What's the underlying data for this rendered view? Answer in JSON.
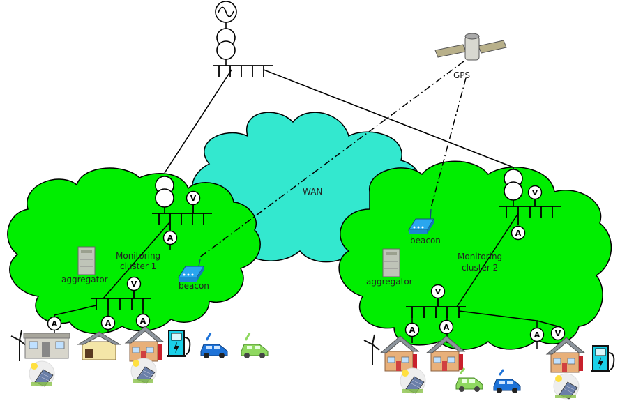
{
  "labels": {
    "gps": "GPS",
    "wan": "WAN",
    "cluster1_line1": "Monitoring",
    "cluster1_line2": "cluster 1",
    "cluster2_line1": "Monitoring",
    "cluster2_line2": "cluster 2",
    "aggregator1": "aggregator",
    "aggregator2": "aggregator",
    "beacon1": "beacon",
    "beacon2": "beacon"
  },
  "meters": {
    "ammeter": "A",
    "voltmeter": "V"
  },
  "colors": {
    "cluster_fill": "#00ee00",
    "wan_fill": "#33e8cf",
    "house_wall": "#e8b07a",
    "roof": "#9aa0a6",
    "ev_blue": "#1e73d8",
    "ev_green": "#8fd860",
    "charger": "#1ad0e8",
    "beacon": "#2aa6ee",
    "aggregator": "#bfc4b8"
  }
}
